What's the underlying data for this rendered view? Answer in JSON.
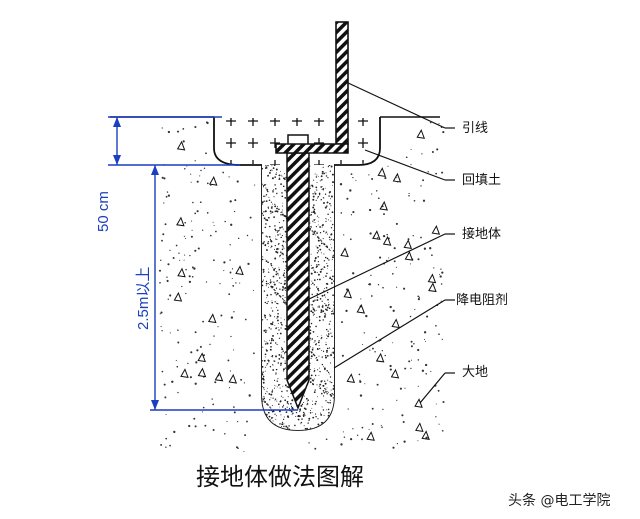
{
  "title": "接地体做法图解",
  "labels": {
    "lead_wire": "引线",
    "backfill": "回填土",
    "ground_rod": "接地体",
    "resistance_agent": "降电阻剂",
    "earth": "大地"
  },
  "dimensions": {
    "top_depth": "50 cm",
    "rod_depth": "2.5m以上"
  },
  "watermark": "头条 @电工学院",
  "colors": {
    "dimension": "#1a3fbf",
    "line": "#111111"
  }
}
